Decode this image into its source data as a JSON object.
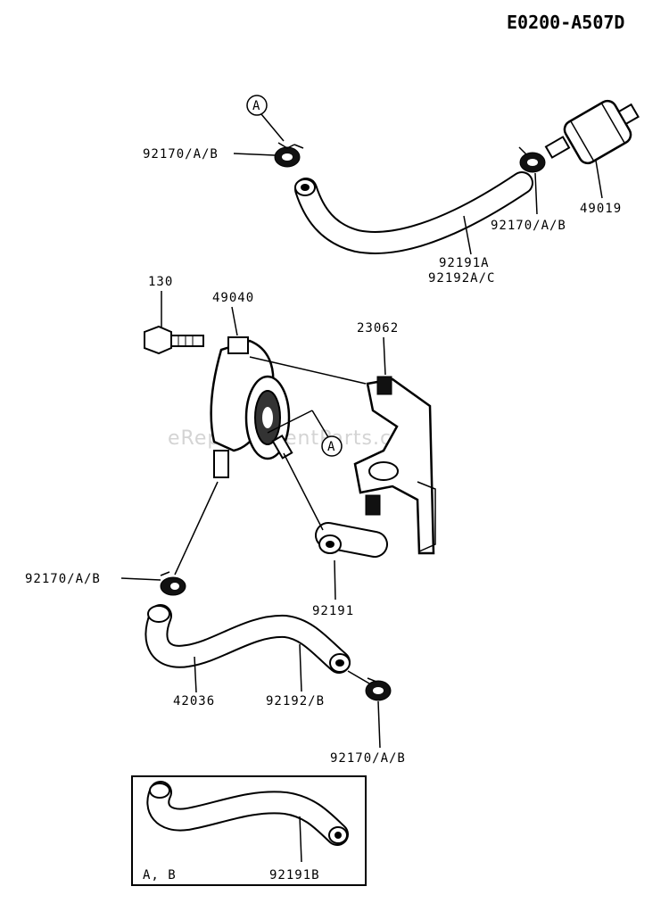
{
  "diagram_code": "E0200-A507D",
  "watermark": "eReplacementParts.com",
  "callout_a_top": "A",
  "callout_a_mid": "A",
  "labels": {
    "clamp_top_left": "92170/A/B",
    "clamp_top_right": "92170/A/B",
    "fuel_filter": "49019",
    "hose_top_line1": "92191A",
    "hose_top_line2": "92192A/C",
    "bolt": "130",
    "fuel_pump": "49040",
    "bracket": "23062",
    "clamp_left": "92170/A/B",
    "hose_short": "92191",
    "hose_long": "42036",
    "hose_mid": "92192/B",
    "clamp_bottom": "92170/A/B",
    "inset_variant": "A, B",
    "inset_hose": "92191B"
  }
}
